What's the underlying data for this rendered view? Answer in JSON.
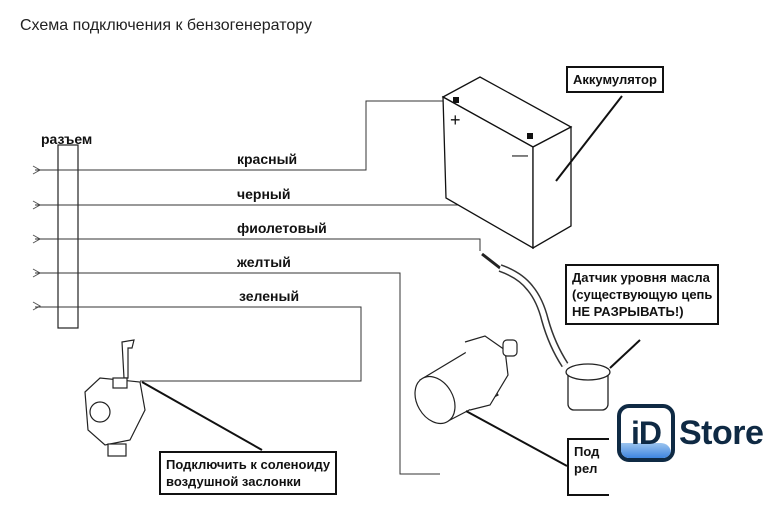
{
  "title": "Схема подключения к бензогенератору",
  "connector": {
    "label": "разъем"
  },
  "wires": [
    {
      "label": "красный",
      "color": "red"
    },
    {
      "label": "черный",
      "color": "black"
    },
    {
      "label": "фиолетовый",
      "color": "violet"
    },
    {
      "label": "желтый",
      "color": "yellow"
    },
    {
      "label": "зеленый",
      "color": "green"
    }
  ],
  "battery": {
    "callout": "Аккумулятор",
    "plus_sign": "+",
    "minus_sign": "—"
  },
  "oil_sensor": {
    "callout_lines": [
      "Датчик уровня масла",
      "(существующую цепь",
      "НЕ РАЗРЫВАТЬ!)"
    ]
  },
  "carburetor": {
    "callout_lines": [
      "Подключить к соленоиду",
      "воздушной заслонки"
    ]
  },
  "starter": {
    "callout_lines": [
      "Под",
      "рел"
    ]
  },
  "watermark": {
    "badge_text": "iD",
    "brand_text": "Store",
    "brand_color": "#0f2a44",
    "accent_color": "#3f86e0"
  }
}
